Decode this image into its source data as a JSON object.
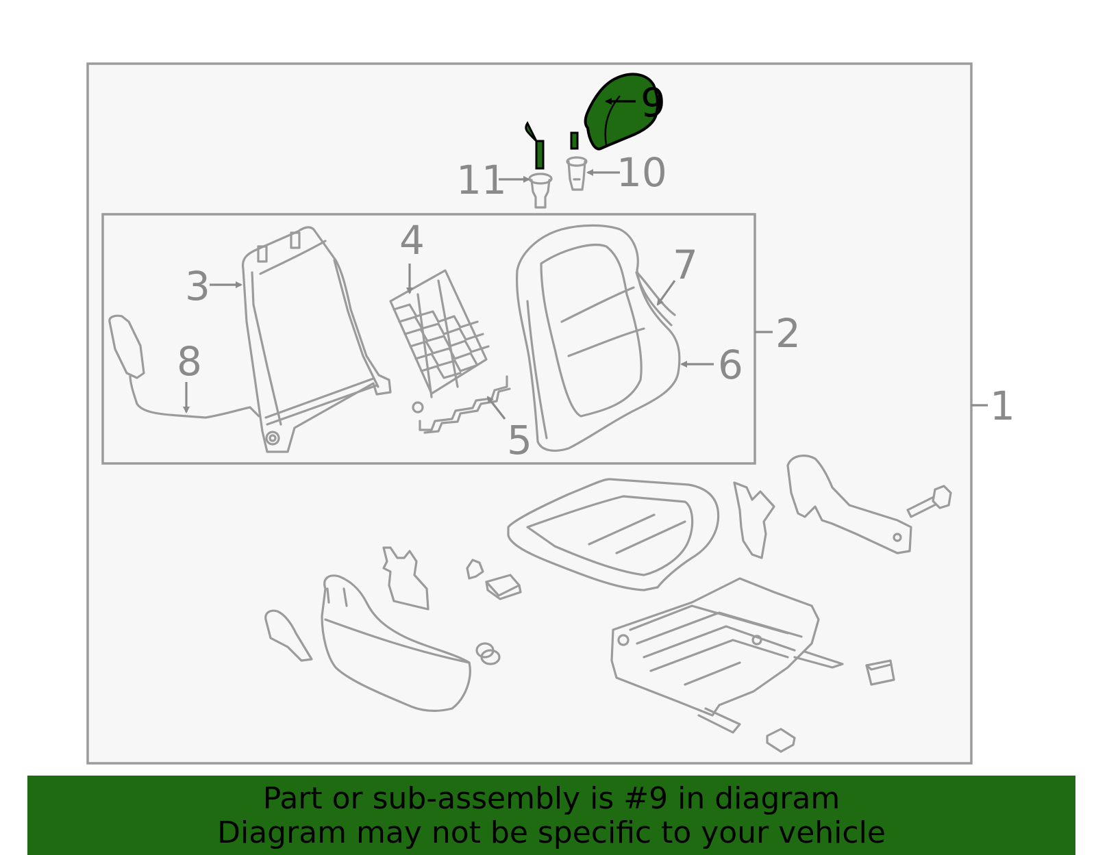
{
  "colors": {
    "highlight": "#1e6b12",
    "line_gray": "#9b9b9b",
    "label_gray": "#8a8a8a",
    "panel_bg": "#f7f7f7"
  },
  "highlighted_part": "9",
  "callouts": {
    "c1": "1",
    "c2": "2",
    "c3": "3",
    "c4": "4",
    "c5": "5",
    "c6": "6",
    "c7": "7",
    "c8": "8",
    "c9": "9",
    "c10": "10",
    "c11": "11"
  },
  "banner": {
    "line1": "Part or sub-assembly is #9 in diagram",
    "line2": "Diagram may not be specific to your vehicle"
  }
}
